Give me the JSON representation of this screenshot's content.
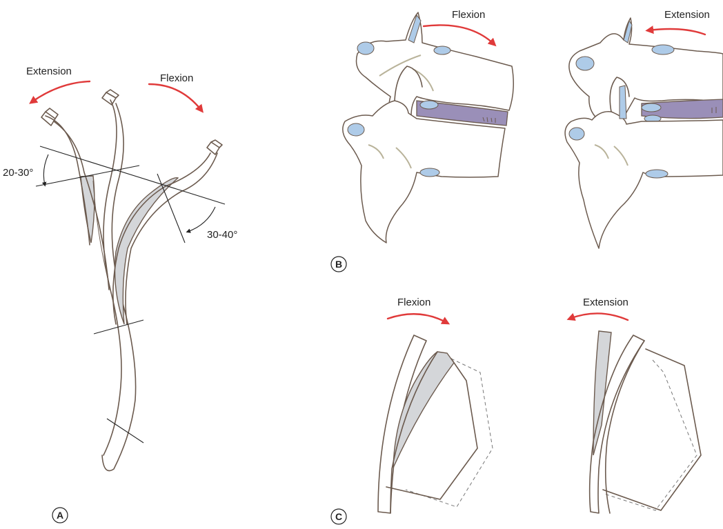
{
  "panel_a": {
    "letter": "A",
    "extension_label": "Extension",
    "flexion_label": "Flexion",
    "extension_angle": "20-30°",
    "flexion_angle": "30-40°"
  },
  "panel_b": {
    "letter": "B",
    "flexion_label": "Flexion",
    "extension_label": "Extension"
  },
  "panel_c": {
    "letter": "C",
    "flexion_label": "Flexion",
    "extension_label": "Extension"
  },
  "colors": {
    "arrow": "#e03a3a",
    "cartilage": "#aecbe8",
    "disc": "#9a8fb8",
    "shading": "#d4d6d9",
    "outline": "#6b5a4e"
  }
}
